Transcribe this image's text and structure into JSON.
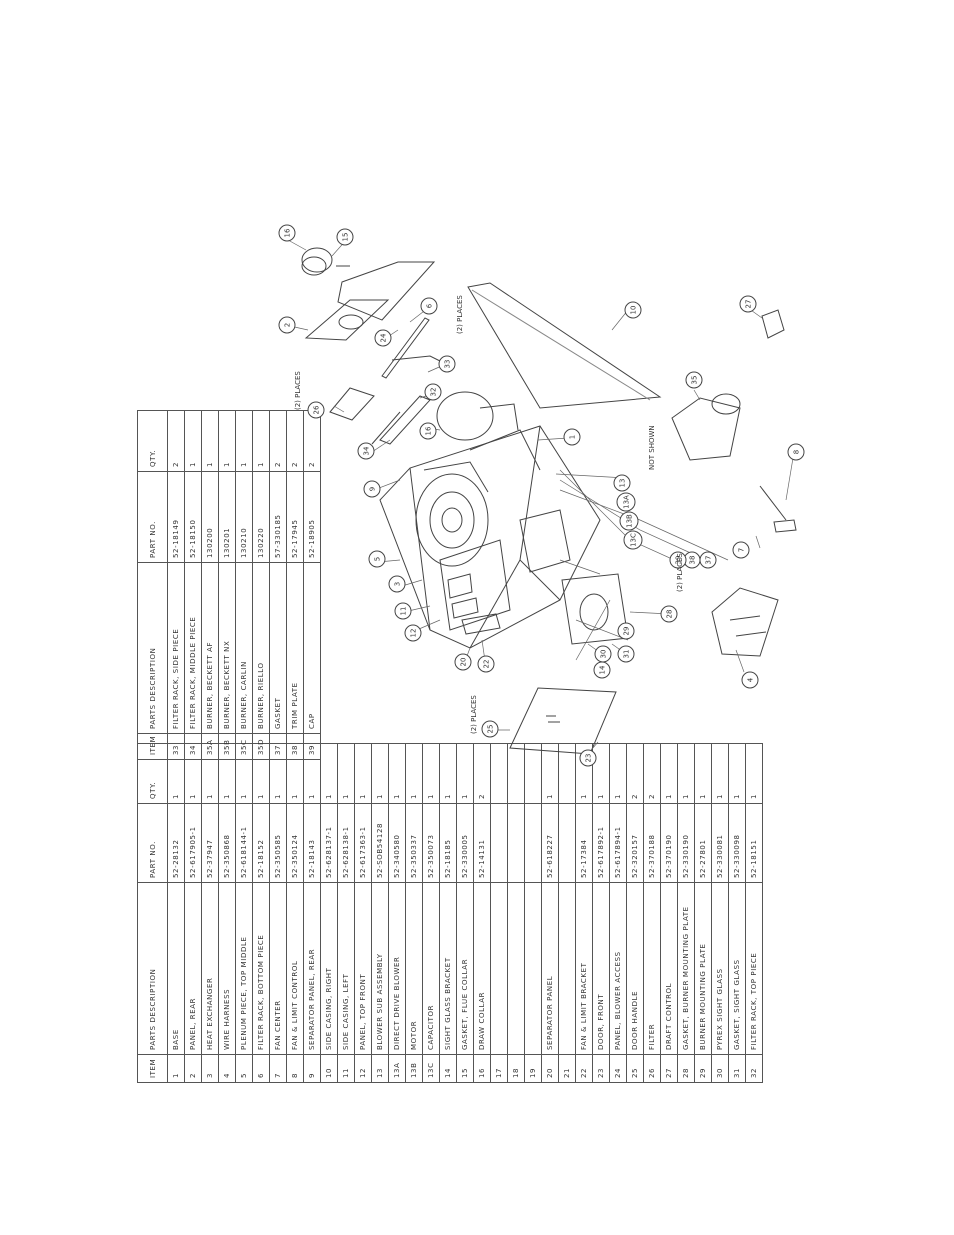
{
  "table_main": {
    "headers": {
      "item": "ITEM",
      "desc": "PARTS DESCRIPTION",
      "part": "PART NO.",
      "qty": "QTY."
    },
    "rows": [
      {
        "item": "1",
        "desc": "BASE",
        "part": "52-28132",
        "qty": "1"
      },
      {
        "item": "2",
        "desc": "PANEL, REAR",
        "part": "52-617905-1",
        "qty": "1"
      },
      {
        "item": "3",
        "desc": "HEAT EXCHANGER",
        "part": "52-37947",
        "qty": "1"
      },
      {
        "item": "4",
        "desc": "WIRE HARNESS",
        "part": "52-350868",
        "qty": "1"
      },
      {
        "item": "5",
        "desc": "PLENUM PIECE, TOP MIDDLE",
        "part": "52-618144-1",
        "qty": "1"
      },
      {
        "item": "6",
        "desc": "FILTER RACK, BOTTOM PIECE",
        "part": "52-18152",
        "qty": "1"
      },
      {
        "item": "7",
        "desc": "FAN CENTER",
        "part": "52-350585",
        "qty": "1"
      },
      {
        "item": "8",
        "desc": "FAN & LIMIT CONTROL",
        "part": "52-350124",
        "qty": "1"
      },
      {
        "item": "9",
        "desc": "SEPARATOR PANEL, REAR",
        "part": "52-18143",
        "qty": "1"
      },
      {
        "item": "10",
        "desc": "SIDE CASING, RIGHT",
        "part": "52-628137-1",
        "qty": "1"
      },
      {
        "item": "11",
        "desc": "SIDE CASING, LEFT",
        "part": "52-628138-1",
        "qty": "1"
      },
      {
        "item": "12",
        "desc": "PANEL, TOP FRONT",
        "part": "52-617363-1",
        "qty": "1"
      },
      {
        "item": "13",
        "desc": "BLOWER SUB ASSEMBLY",
        "part": "52-SOB54128",
        "qty": "1"
      },
      {
        "item": "13A",
        "desc": "DIRECT DRIVE BLOWER",
        "part": "52-340580",
        "qty": "1"
      },
      {
        "item": "13B",
        "desc": "MOTOR",
        "part": "52-350337",
        "qty": "1"
      },
      {
        "item": "13C",
        "desc": "CAPACITOR",
        "part": "52-350073",
        "qty": "1"
      },
      {
        "item": "14",
        "desc": "SIGHT GLASS BRACKET",
        "part": "52-18185",
        "qty": "1"
      },
      {
        "item": "15",
        "desc": "GASKET, FLUE COLLAR",
        "part": "52-330005",
        "qty": "1"
      },
      {
        "item": "16",
        "desc": "DRAW COLLAR",
        "part": "52-14131",
        "qty": "2"
      },
      {
        "item": "17",
        "desc": "",
        "part": "",
        "qty": ""
      },
      {
        "item": "18",
        "desc": "",
        "part": "",
        "qty": ""
      },
      {
        "item": "19",
        "desc": "",
        "part": "",
        "qty": ""
      },
      {
        "item": "20",
        "desc": "SEPARATOR PANEL",
        "part": "52-618227",
        "qty": "1"
      },
      {
        "item": "21",
        "desc": "",
        "part": "",
        "qty": ""
      },
      {
        "item": "22",
        "desc": "FAN & LIMIT BRACKET",
        "part": "52-17384",
        "qty": "1"
      },
      {
        "item": "23",
        "desc": "DOOR, FRONT",
        "part": "52-617892-1",
        "qty": "1"
      },
      {
        "item": "24",
        "desc": "PANEL, BLOWER ACCESS",
        "part": "52-617894-1",
        "qty": "1"
      },
      {
        "item": "25",
        "desc": "DOOR HANDLE",
        "part": "52-320157",
        "qty": "2"
      },
      {
        "item": "26",
        "desc": "FILTER",
        "part": "52-370188",
        "qty": "2"
      },
      {
        "item": "27",
        "desc": "DRAFT CONTROL",
        "part": "52-370190",
        "qty": "1"
      },
      {
        "item": "28",
        "desc": "GASKET, BURNER MOUNTING PLATE",
        "part": "52-330190",
        "qty": "1"
      },
      {
        "item": "29",
        "desc": "BURNER MOUNTING PLATE",
        "part": "52-27801",
        "qty": "1"
      },
      {
        "item": "30",
        "desc": "PYREX SIGHT GLASS",
        "part": "52-330081",
        "qty": "1"
      },
      {
        "item": "31",
        "desc": "GASKET, SIGHT GLASS",
        "part": "52-330098",
        "qty": "1"
      },
      {
        "item": "32",
        "desc": "FILTER RACK, TOP PIECE",
        "part": "52-18151",
        "qty": "1"
      }
    ]
  },
  "table_secondary": {
    "headers": {
      "item": "ITEM",
      "desc": "PARTS DESCRIPTION",
      "part": "PART NO.",
      "qty": "QTY."
    },
    "rows": [
      {
        "item": "33",
        "desc": "FILTER RACK, SIDE PIECE",
        "part": "52-18149",
        "qty": "2"
      },
      {
        "item": "34",
        "desc": "FILTER RACK, MIDDLE PIECE",
        "part": "52-18150",
        "qty": "1"
      },
      {
        "item": "35A",
        "desc": "BURNER, BECKETT AF",
        "part": "130200",
        "qty": "1"
      },
      {
        "item": "35B",
        "desc": "BURNER, BECKETT NX",
        "part": "130201",
        "qty": "1"
      },
      {
        "item": "35C",
        "desc": "BURNER, CARLIN",
        "part": "130210",
        "qty": "1"
      },
      {
        "item": "35D",
        "desc": "BURNER, RIELLO",
        "part": "130220",
        "qty": "1"
      },
      {
        "item": "37",
        "desc": "GASKET",
        "part": "57-330185",
        "qty": "2"
      },
      {
        "item": "38",
        "desc": "TRIM PLATE",
        "part": "52-17945",
        "qty": "2"
      },
      {
        "item": "39",
        "desc": "CAP",
        "part": "52-18905",
        "qty": "2"
      }
    ]
  },
  "drawing": {
    "callouts": [
      "1",
      "2",
      "3",
      "4",
      "5",
      "6",
      "7",
      "8",
      "9",
      "10",
      "11",
      "12",
      "13",
      "13A",
      "13B",
      "13C",
      "14",
      "15",
      "16",
      "16",
      "20",
      "22",
      "23",
      "24",
      "25",
      "26",
      "27",
      "28",
      "29",
      "30",
      "31",
      "32",
      "33",
      "34",
      "35",
      "37",
      "38",
      "39"
    ],
    "notes": {
      "places_26": "(2) PLACES",
      "places_25": "(2) PLACES",
      "places_10": "(2) PLACES",
      "places_39": "(2) PLACES",
      "not_shown": "NOT SHOWN"
    }
  }
}
